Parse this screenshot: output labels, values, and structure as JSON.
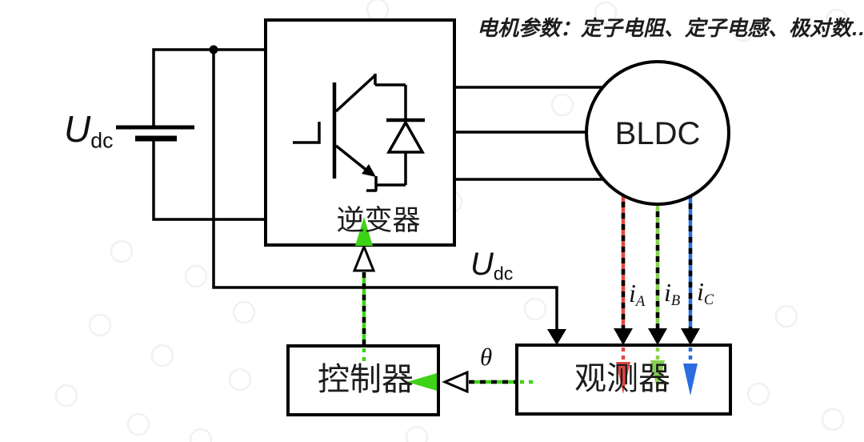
{
  "diagram": {
    "annotation": "电机参数：定子电阻、定子电感、极对数…",
    "blocks": {
      "inverter": "逆变器",
      "motor": "BLDC",
      "controller": "控制器",
      "observer": "观测器"
    },
    "labels": {
      "dc_source": {
        "base": "U",
        "sub": "dc"
      },
      "dc_feedback": {
        "base": "U",
        "sub": "dc"
      },
      "theta": "θ",
      "phase_a": {
        "base": "i",
        "sub": "A"
      },
      "phase_b": {
        "base": "i",
        "sub": "B"
      },
      "phase_c": {
        "base": "i",
        "sub": "C"
      }
    },
    "colors": {
      "wire": "#000000",
      "phase_a": "#e04843",
      "phase_b": "#86d14e",
      "phase_c": "#2b6cdf",
      "control": "#3fd317",
      "faint": "#f1f1f1"
    }
  }
}
